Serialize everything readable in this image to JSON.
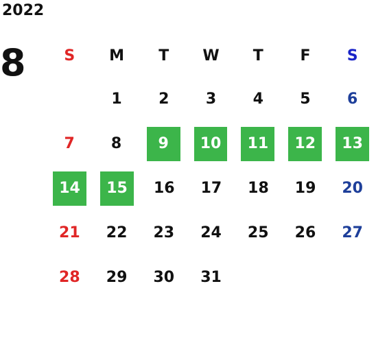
{
  "year": "2022",
  "month": "8",
  "weekdays": [
    "S",
    "M",
    "T",
    "W",
    "T",
    "F",
    "S"
  ],
  "weeks": [
    [
      {
        "d": "",
        "h": false
      },
      {
        "d": "1",
        "h": false
      },
      {
        "d": "2",
        "h": false
      },
      {
        "d": "3",
        "h": false
      },
      {
        "d": "4",
        "h": false
      },
      {
        "d": "5",
        "h": false
      },
      {
        "d": "6",
        "h": false
      }
    ],
    [
      {
        "d": "7",
        "h": false
      },
      {
        "d": "8",
        "h": false
      },
      {
        "d": "9",
        "h": true
      },
      {
        "d": "10",
        "h": true
      },
      {
        "d": "11",
        "h": true
      },
      {
        "d": "12",
        "h": true
      },
      {
        "d": "13",
        "h": true
      }
    ],
    [
      {
        "d": "14",
        "h": true
      },
      {
        "d": "15",
        "h": true
      },
      {
        "d": "16",
        "h": false
      },
      {
        "d": "17",
        "h": false
      },
      {
        "d": "18",
        "h": false
      },
      {
        "d": "19",
        "h": false
      },
      {
        "d": "20",
        "h": false
      }
    ],
    [
      {
        "d": "21",
        "h": false
      },
      {
        "d": "22",
        "h": false
      },
      {
        "d": "23",
        "h": false
      },
      {
        "d": "24",
        "h": false
      },
      {
        "d": "25",
        "h": false
      },
      {
        "d": "26",
        "h": false
      },
      {
        "d": "27",
        "h": false
      }
    ],
    [
      {
        "d": "28",
        "h": false
      },
      {
        "d": "29",
        "h": false
      },
      {
        "d": "30",
        "h": false
      },
      {
        "d": "31",
        "h": false
      },
      {
        "d": "",
        "h": false
      },
      {
        "d": "",
        "h": false
      },
      {
        "d": "",
        "h": false
      }
    ]
  ],
  "colors": {
    "sunday": "#e02626",
    "saturday": "#1e3f9a",
    "highlight": "#3cb54a",
    "text": "#111111"
  }
}
